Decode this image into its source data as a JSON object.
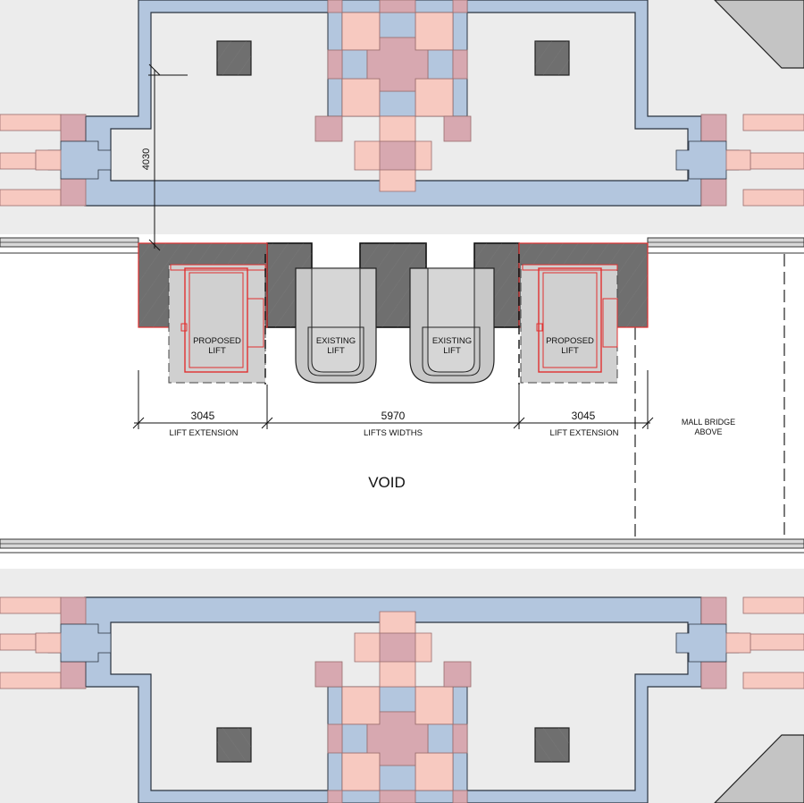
{
  "labels": {
    "proposed_lift_left": [
      "PROPOSED",
      "LIFT"
    ],
    "existing_lift_left": [
      "EXISTING",
      "LIFT"
    ],
    "existing_lift_right": [
      "EXISTING",
      "LIFT"
    ],
    "proposed_lift_right": [
      "PROPOSED",
      "LIFT"
    ],
    "void": "VOID",
    "mall_bridge": [
      "MALL BRIDGE",
      "ABOVE"
    ]
  },
  "dimensions": {
    "vertical": "4030",
    "left_extension": {
      "value": "3045",
      "caption": "LIFT EXTENSION"
    },
    "lifts_widths": {
      "value": "5970",
      "caption": "LIFTS WIDTHS"
    },
    "right_extension": {
      "value": "3045",
      "caption": "LIFT EXTENSION"
    }
  },
  "colors": {
    "background": "#ffffff",
    "floor": "#ececec",
    "column_blue": "#b3c6de",
    "column_pink": "#f7c9c0",
    "column_mauve": "#d7a8b0",
    "core_dark": "#6f6f6f",
    "lift_grey": "#c8c8c8",
    "proposed_red": "#e03030",
    "outline": "#2a3340"
  }
}
